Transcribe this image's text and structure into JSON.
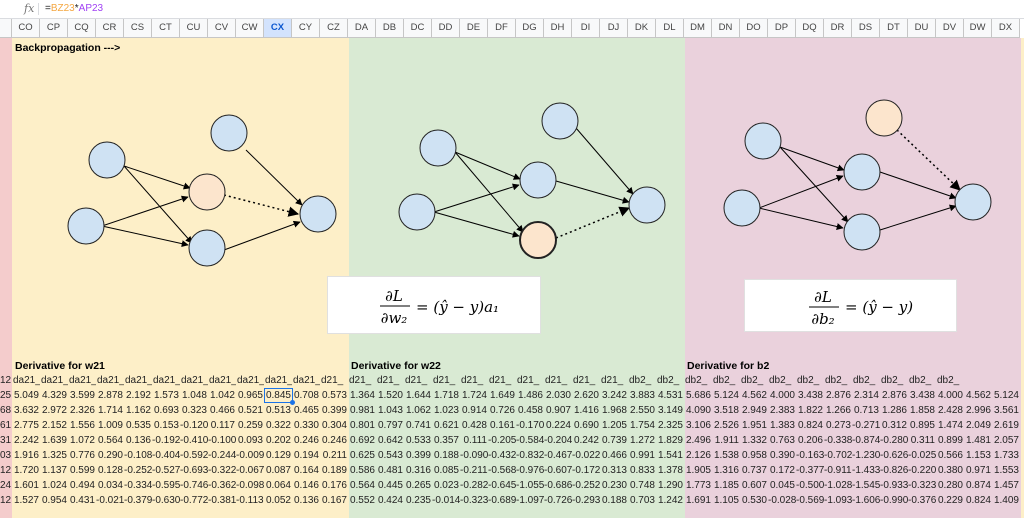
{
  "formula_bar": {
    "icon": "fx-icon",
    "formula_parts": [
      {
        "text": "=",
        "color": "#222222"
      },
      {
        "text": "BZ23",
        "color": "#f4a742"
      },
      {
        "text": "*",
        "color": "#222222"
      },
      {
        "text": "AP23",
        "color": "#a142f4"
      }
    ]
  },
  "columns": [
    "CO",
    "CP",
    "CQ",
    "CR",
    "CS",
    "CT",
    "CU",
    "CV",
    "CW",
    "CX",
    "CY",
    "CZ",
    "DA",
    "DB",
    "DC",
    "DD",
    "DE",
    "DF",
    "DG",
    "DH",
    "DI",
    "DJ",
    "DK",
    "DL",
    "DM",
    "DN",
    "DO",
    "DP",
    "DQ",
    "DR",
    "DS",
    "DT",
    "DU",
    "DV",
    "DW",
    "DX"
  ],
  "selected_column": "CX",
  "colors": {
    "section_w21": "#fdefc8",
    "section_w22": "#d9ead3",
    "section_b2": "#ead1dc",
    "left_strip": "#f4cccc",
    "node_blue": "#cfe2f3",
    "node_orange": "#fce5cd",
    "selection": "#1a73e8"
  },
  "title": "Backpropagation --->",
  "sections": [
    {
      "deriv_label": "Derivative for w21",
      "equation": {
        "lhs_num": "∂L",
        "lhs_den": "∂w₂",
        "rhs": "= (ŷ − y)a₁"
      }
    },
    {
      "deriv_label": "Derivative for w22"
    },
    {
      "deriv_label": "Derivative for b2",
      "equation": {
        "lhs_num": "∂L",
        "lhs_den": "∂b₂",
        "rhs": "= (ŷ − y)"
      }
    }
  ],
  "table": {
    "row_prefix": [
      "12",
      "25",
      "68",
      "61",
      "31",
      "03",
      "12",
      "24",
      "12"
    ],
    "rows": [
      [
        "da21_",
        "da21_",
        "da21_",
        "da21_",
        "da21_",
        "da21_",
        "da21_",
        "da21_",
        "da21_",
        "da21_",
        "da21_",
        "d21_",
        "d21_",
        "d21_",
        "d21_",
        "d21_",
        "d21_",
        "d21_",
        "d21_",
        "d21_",
        "d21_",
        "d21_",
        "db2_",
        "db2_",
        "db2_",
        "db2_",
        "db2_",
        "db2_",
        "db2_",
        "db2_",
        "db2_",
        "db2_",
        "db2_",
        "db2_"
      ],
      [
        "5.049",
        "4.329",
        "3.599",
        "2.878",
        "2.192",
        "1.573",
        "1.048",
        "1.042",
        "0.965",
        "0.845",
        "0.708",
        "0.573",
        "1.364",
        "1.520",
        "1.644",
        "1.718",
        "1.724",
        "1.649",
        "1.486",
        "2.030",
        "2.620",
        "3.242",
        "3.883",
        "4.531",
        "5.686",
        "5.124",
        "4.562",
        "4.000",
        "3.438",
        "2.876",
        "2.314",
        "2.876",
        "3.438",
        "4.000",
        "4.562",
        "5.124"
      ],
      [
        "3.632",
        "2.972",
        "2.326",
        "1.714",
        "1.162",
        "0.693",
        "0.323",
        "0.466",
        "0.521",
        "0.513",
        "0.465",
        "0.399",
        "0.981",
        "1.043",
        "1.062",
        "1.023",
        "0.914",
        "0.726",
        "0.458",
        "0.907",
        "1.416",
        "1.968",
        "2.550",
        "3.149",
        "4.090",
        "3.518",
        "2.949",
        "2.383",
        "1.822",
        "1.266",
        "0.713",
        "1.286",
        "1.858",
        "2.428",
        "2.996",
        "3.561"
      ],
      [
        "2.775",
        "2.152",
        "1.556",
        "1.009",
        "0.535",
        "0.153",
        "-0.120",
        "0.117",
        "0.259",
        "0.322",
        "0.330",
        "0.304",
        "0.801",
        "0.797",
        "0.741",
        "0.621",
        "0.428",
        "0.161",
        "-0.170",
        "0.224",
        "0.690",
        "1.205",
        "1.754",
        "2.325",
        "3.106",
        "2.526",
        "1.951",
        "1.383",
        "0.824",
        "0.273",
        "-0.271",
        "0.312",
        "0.895",
        "1.474",
        "2.049",
        "2.619"
      ],
      [
        "2.242",
        "1.639",
        "1.072",
        "0.564",
        "0.136",
        "-0.192",
        "-0.410",
        "-0.100",
        "0.093",
        "0.202",
        "0.246",
        "0.246",
        "0.692",
        "0.642",
        "0.533",
        "0.357",
        "0.111",
        "-0.205",
        "-0.584",
        "-0.204",
        "0.242",
        "0.739",
        "1.272",
        "1.829",
        "2.496",
        "1.911",
        "1.332",
        "0.763",
        "0.206",
        "-0.338",
        "-0.874",
        "-0.280",
        "0.311",
        "0.899",
        "1.481",
        "2.057"
      ],
      [
        "1.916",
        "1.325",
        "0.776",
        "0.290",
        "-0.108",
        "-0.404",
        "-0.592",
        "-0.244",
        "-0.009",
        "0.129",
        "0.194",
        "0.211",
        "0.625",
        "0.543",
        "0.399",
        "0.188",
        "-0.090",
        "-0.432",
        "-0.832",
        "-0.467",
        "-0.022",
        "0.466",
        "0.991",
        "1.541",
        "2.126",
        "1.538",
        "0.958",
        "0.390",
        "-0.163",
        "-0.702",
        "-1.230",
        "-0.626",
        "-0.025",
        "0.566",
        "1.153",
        "1.733"
      ],
      [
        "1.720",
        "1.137",
        "0.599",
        "0.128",
        "-0.252",
        "-0.527",
        "-0.693",
        "-0.322",
        "-0.067",
        "0.087",
        "0.164",
        "0.189",
        "0.586",
        "0.481",
        "0.316",
        "0.085",
        "-0.211",
        "-0.568",
        "-0.976",
        "-0.607",
        "-0.172",
        "0.313",
        "0.833",
        "1.378",
        "1.905",
        "1.316",
        "0.737",
        "0.172",
        "-0.377",
        "-0.911",
        "-1.433",
        "-0.826",
        "-0.220",
        "0.380",
        "0.971",
        "1.553"
      ],
      [
        "1.601",
        "1.024",
        "0.494",
        "0.034",
        "-0.334",
        "-0.595",
        "-0.746",
        "-0.362",
        "-0.098",
        "0.064",
        "0.146",
        "0.176",
        "0.564",
        "0.445",
        "0.265",
        "0.023",
        "-0.282",
        "-0.645",
        "-1.055",
        "-0.686",
        "-0.252",
        "0.230",
        "0.748",
        "1.290",
        "1.773",
        "1.185",
        "0.607",
        "0.045",
        "-0.500",
        "-1.028",
        "-1.545",
        "-0.933",
        "-0.323",
        "0.280",
        "0.874",
        "1.457"
      ],
      [
        "1.527",
        "0.954",
        "0.431",
        "-0.021",
        "-0.379",
        "-0.630",
        "-0.772",
        "-0.381",
        "-0.113",
        "0.052",
        "0.136",
        "0.167",
        "0.552",
        "0.424",
        "0.235",
        "-0.014",
        "-0.323",
        "-0.689",
        "-1.097",
        "-0.726",
        "-0.293",
        "0.188",
        "0.703",
        "1.242",
        "1.691",
        "1.105",
        "0.530",
        "-0.028",
        "-0.569",
        "-1.093",
        "-1.606",
        "-0.990",
        "-0.376",
        "0.229",
        "0.824",
        "1.409"
      ]
    ]
  }
}
